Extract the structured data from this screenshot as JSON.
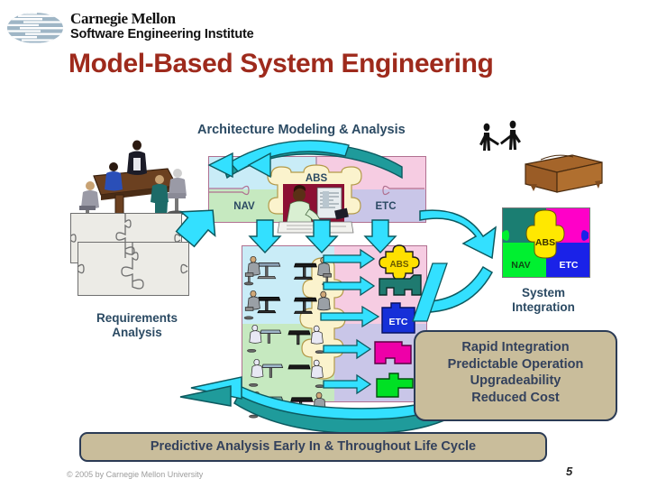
{
  "header": {
    "logo_icon": "sei-swoosh-logo",
    "brand_line1": "Carnegie Mellon",
    "brand_line2": "Software Engineering Institute",
    "title": "Model-Based System Engineering"
  },
  "diagram": {
    "architecture_heading": "Architecture Modeling & Analysis",
    "requirements_label": "Requirements\nAnalysis",
    "requirements_label_line1": "Requirements",
    "requirements_label_line2": "Analysis",
    "system_integration_label_line1": "System",
    "system_integration_label_line2": "Integration",
    "top_puzzle": {
      "pieces": [
        {
          "name": "NAV",
          "label": "NAV",
          "color": "#c6e9c0"
        },
        {
          "name": "ABS",
          "label": "ABS",
          "color": "#fbf3cd"
        },
        {
          "name": "ETC",
          "label": "ETC",
          "color": "#c9c6e8"
        },
        {
          "name": "upper-left",
          "label": "",
          "color": "#c9ecf7"
        },
        {
          "name": "upper-right",
          "label": "",
          "color": "#f6cce2"
        }
      ],
      "worker_image": "engineer-at-desk-icon"
    },
    "middle_block": {
      "left_panel_top_color": "#c9ecf7",
      "left_panel_bottom_color": "#c6e9c0",
      "right_panel_top_color": "#f6cce2",
      "right_panel_bottom_color": "#c9c6e8",
      "center_piece_color": "#fbf3cd",
      "workstation_rows": 5,
      "workstation_icon": "engineers-at-workstation-icon",
      "component_pieces": [
        {
          "name": "ABS",
          "label": "ABS",
          "color": "#ffe000",
          "text_color": "#6a5a00"
        },
        {
          "name": "teal-component",
          "label": "",
          "color": "#1f7a70",
          "text_color": "#ffffff"
        },
        {
          "name": "ETC",
          "label": "ETC",
          "color": "#1630d8",
          "text_color": "#ffffff"
        },
        {
          "name": "magenta-component",
          "label": "",
          "color": "#ee00a8",
          "text_color": "#ffffff"
        },
        {
          "name": "green-component",
          "label": "",
          "color": "#00e024",
          "text_color": "#004400"
        }
      ],
      "arrow_count": 5
    },
    "system_integration_puzzle": {
      "quadrants": [
        {
          "name": "top-left",
          "label": "",
          "color": "#1b7e72"
        },
        {
          "name": "top-right",
          "label": "",
          "color": "#ff00c8"
        },
        {
          "name": "bottom-left",
          "label": "NAV",
          "color": "#00f030"
        },
        {
          "name": "bottom-right",
          "label": "ETC",
          "color": "#1a22e8"
        }
      ],
      "center": {
        "name": "ABS",
        "label": "ABS",
        "color": "#ffe800"
      }
    },
    "handshake_icon": "two-people-handshake-icon",
    "chest_icon": "brown-chest-icon",
    "meeting_icon": "conference-table-meeting-icon",
    "flow_arrow_color": "#33e0ff",
    "feedback_arrow_color": "#1f9b9b"
  },
  "benefits": {
    "line1": "Rapid Integration",
    "line2": "Predictable Operation",
    "line3": "Upgradeability",
    "line4": "Reduced Cost"
  },
  "lifecycle_banner": {
    "text": "Predictive Analysis Early In & Throughout Life Cycle"
  },
  "footer": {
    "copyright": "© 2005 by Carnegie Mellon University",
    "page_number": "5"
  },
  "colors": {
    "title": "#9e2a1c",
    "label_blue": "#2b4a63",
    "callout_bg": "#c9bd9b",
    "callout_border": "#2b3b55",
    "cyan": "#33e0ff",
    "teal": "#1f9b9b"
  }
}
